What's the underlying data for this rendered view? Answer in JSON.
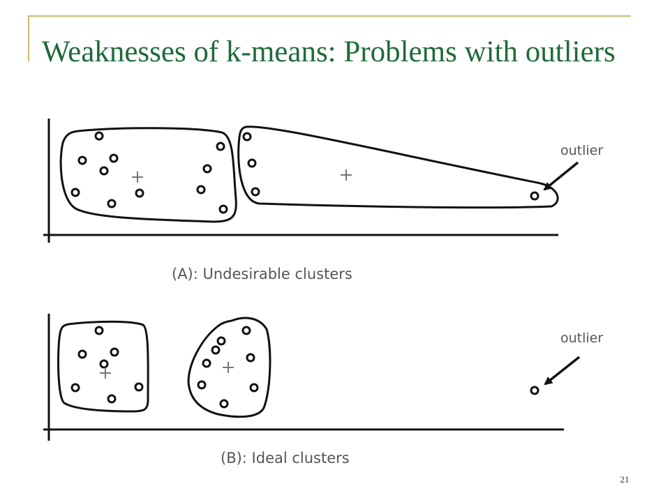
{
  "slide": {
    "title": "Weaknesses of k-means: Problems with outliers",
    "page_number": "21"
  },
  "diagram_a": {
    "outlier_label": "outlier",
    "caption": "(A): Undesirable clusters"
  },
  "diagram_b": {
    "outlier_label": "outlier",
    "caption": "(B): Ideal clusters"
  },
  "colors": {
    "title": "#1f6b3a",
    "frame": "#c8b96e",
    "ink": "#111111",
    "caption": "#555555"
  }
}
